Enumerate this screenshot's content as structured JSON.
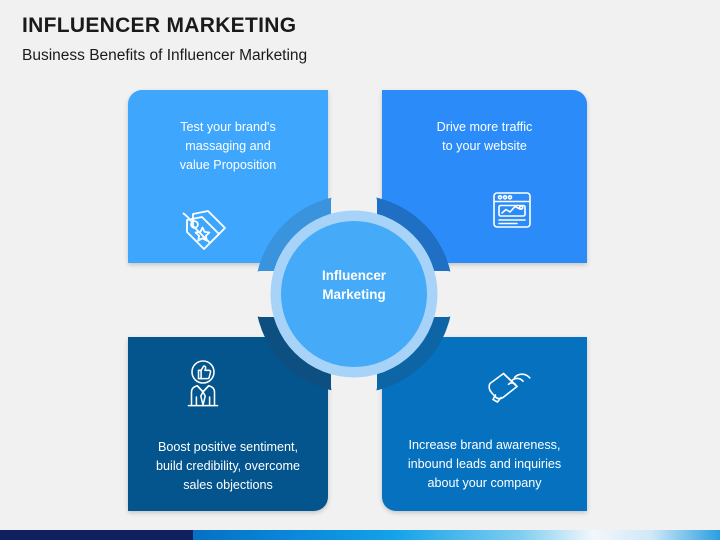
{
  "header": {
    "title": "INFLUENCER MARKETING",
    "subtitle": "Business Benefits of Influencer Marketing"
  },
  "hub": {
    "label": "Influencer\nMarketing",
    "fill_color": "#45aaf7",
    "inner_ring_color": "#a8d3f8",
    "gap_color": "#f1f1f1"
  },
  "cards": [
    {
      "id": "top-left",
      "text": "Test your brand's\nmassaging and\nvalue Proposition",
      "icon": "price-tag-star-icon",
      "color": "#3ea7fd",
      "ring_color": "#3a94dd"
    },
    {
      "id": "top-right",
      "text": "Drive more traffic\nto your website",
      "icon": "browser-analytics-icon",
      "color": "#2b8cf9",
      "ring_color": "#1f6fc4"
    },
    {
      "id": "bottom-left",
      "text": "Boost positive sentiment,\nbuild credibility, overcome\nsales objections",
      "icon": "person-thumbs-up-icon",
      "color": "#04558d",
      "ring_color": "#0c4f80"
    },
    {
      "id": "bottom-right",
      "text": "Increase brand awareness,\ninbound leads and inquiries\nabout your company",
      "icon": "megaphone-icon",
      "color": "#0672bf",
      "ring_color": "#0d65a6"
    }
  ],
  "bottom_bar": {
    "navy_color": "#101f5e",
    "gradient_start": "#0670c4",
    "gradient_end": "#2a9fe0"
  }
}
